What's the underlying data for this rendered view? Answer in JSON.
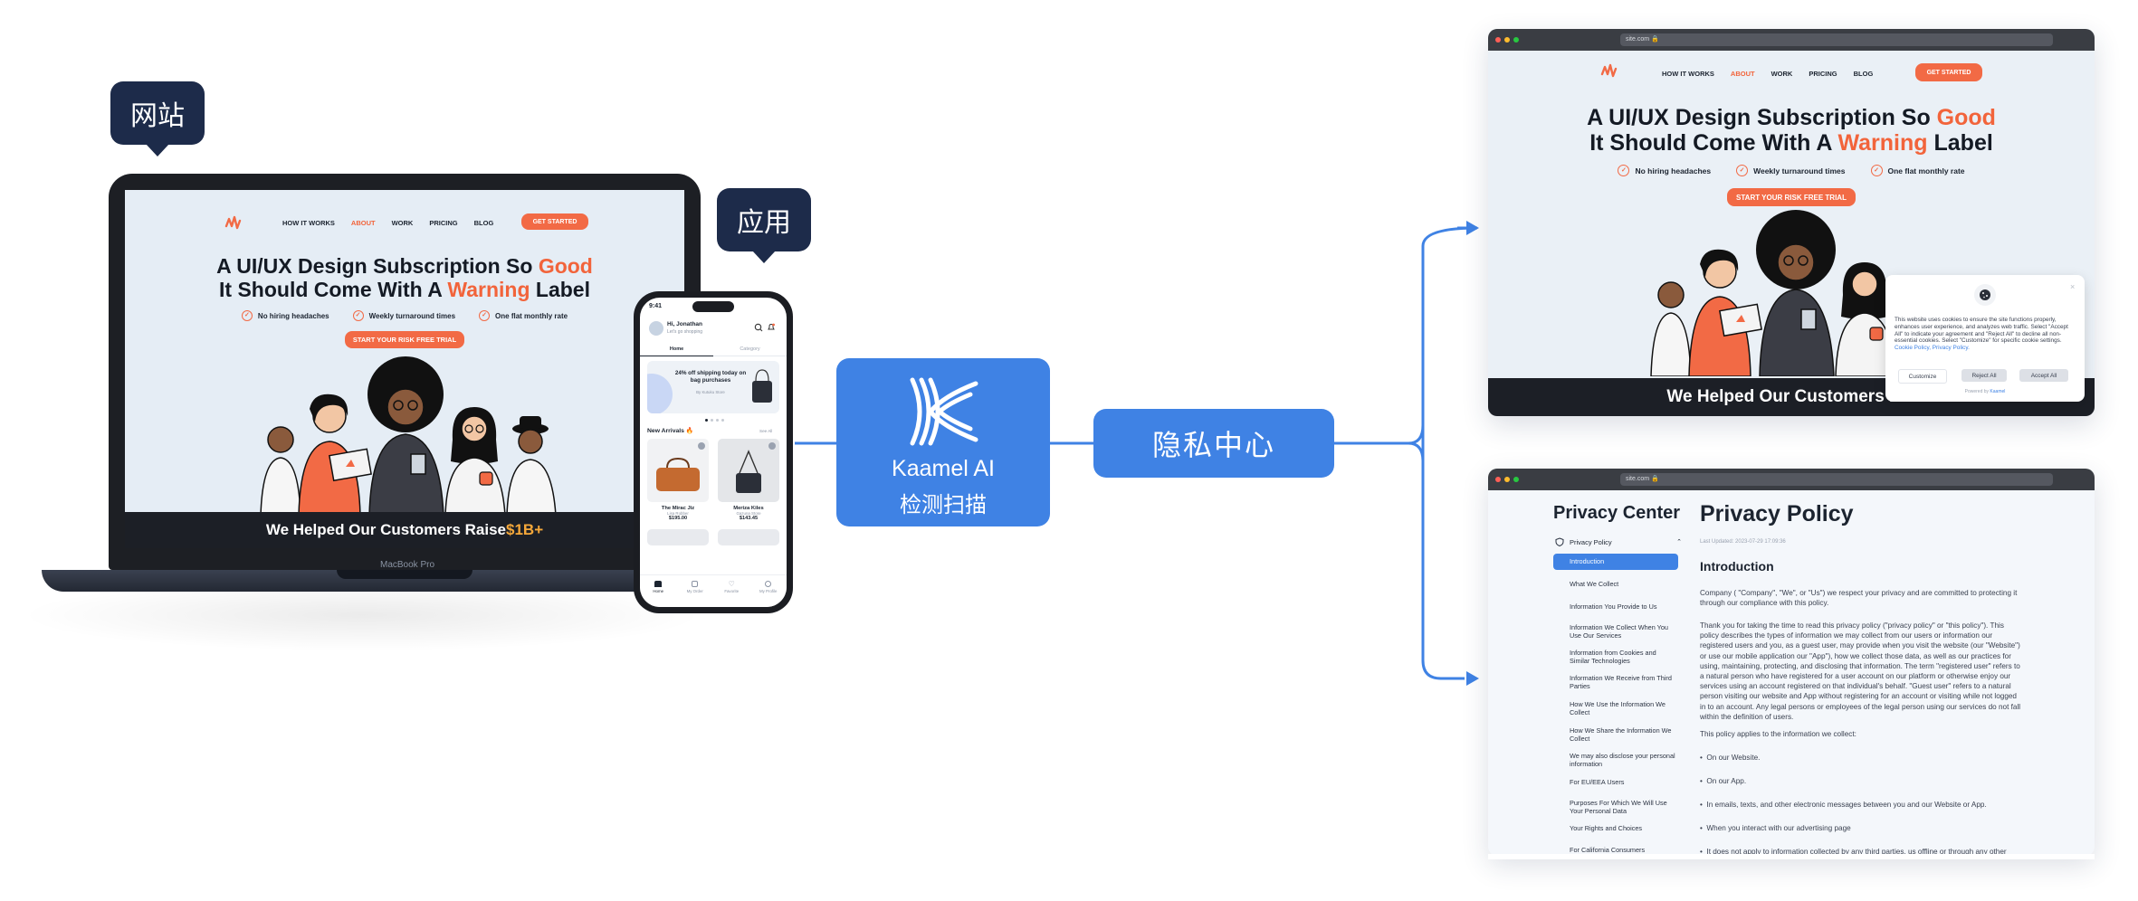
{
  "callouts": {
    "website": "网站",
    "app": "应用"
  },
  "site": {
    "nav": {
      "how": "HOW IT WORKS",
      "about": "ABOUT",
      "work": "WORK",
      "pricing": "PRICING",
      "blog": "BLOG"
    },
    "cta": "GET STARTED",
    "hero": {
      "l1a": "A UI/UX Design Subscription So ",
      "l1b": "Good",
      "l2a": "It Should Come With A ",
      "l2b": "Warning",
      "l2c": " Label"
    },
    "checks": [
      "No hiring headaches",
      "Weekly turnaround times",
      "One flat monthly rate"
    ],
    "trial": "START YOUR RISK FREE TRIAL",
    "footer": {
      "a": "We Helped Our Customers Raise ",
      "b": "$1B+"
    },
    "footer_cut": "We Helped Our Customers Rai"
  },
  "laptop": {
    "model": "MacBook Pro"
  },
  "phone": {
    "time": "9:41",
    "greet": "Hi, Jonathan",
    "sub": "Let's go shopping",
    "tabs": [
      "Home",
      "Category"
    ],
    "banner": "24% off shipping today on bag purchases",
    "banner_sub": "By Kutuku Store",
    "section": "New Arrivals 🔥",
    "see_all": "See All",
    "products": [
      {
        "name": "The Mirac Jiz",
        "store": "Lisa Robber",
        "price": "$195.00"
      },
      {
        "name": "Meriza Kiles",
        "store": "Gazuna Store",
        "price": "$143.45"
      }
    ],
    "bottom_nav": [
      "Home",
      "My Order",
      "Favorite",
      "My Profile"
    ]
  },
  "kaamel": {
    "line1": "Kaamel AI",
    "line2": "检测扫描"
  },
  "privacy_center_box": "隐私中心",
  "browser": {
    "url1": "site.com 🔒",
    "url2": "site.com 🔒"
  },
  "cookie": {
    "text": "This website uses cookies to ensure the site functions properly, enhances user experience, and analyzes web traffic. Select \"Accept All\" to indicate your agreement and \"Reject All\" to decline all non-essential cookies. Select \"Customize\" for specific cookie settings.",
    "links": "Cookie Policy, Privacy Policy.",
    "buttons": [
      "Customize",
      "Reject All",
      "Accept All"
    ],
    "powered": "Powered by",
    "brand": "Kaamel"
  },
  "privacy": {
    "sidebar_title": "Privacy Center",
    "menu_head": "Privacy Policy",
    "items": [
      "Introduction",
      "What We Collect",
      "Information You Provide to Us",
      "Information We Collect When You Use Our Services",
      "Information from Cookies and Similar Technologies",
      "Information We Receive from Third Parties",
      "How We Use the Information We Collect",
      "How We Share the Information We Collect",
      "We may also disclose your personal information",
      "For EU/EEA Users",
      "Purposes For Which We Will Use Your Personal Data",
      "Your Rights and Choices",
      "For California Consumers"
    ],
    "title": "Privacy Policy",
    "updated": "Last Updated: 2023-07-29 17:09:36",
    "h2": "Introduction",
    "p1": "Company ( \"Company\", \"We\", or \"Us\") we respect your privacy and are committed to protecting it through our compliance with this policy.",
    "p2": "Thank you for taking the time to read this privacy policy (\"privacy policy\" or \"this policy\"). This policy describes the types of information we may collect from our users or information our registered users and you, as a guest user, may provide when you visit the website (our \"Website\") or use our mobile application our \"App\"), how we collect those data, as well as our practices for using, maintaining, protecting, and disclosing that information. The term \"registered user\" refers to a natural person who have registered for a user account on our platform or otherwise enjoy our services using an account registered on that individual's behalf. \"Guest user\" refers to a natural person visiting our website and App without registering for an account or visiting while not logged in to an account. Any legal persons or employees of the legal person using our services do not fall within the definition of users.",
    "p3": "This policy applies to the information we collect:",
    "bullets": [
      "On our Website.",
      "On our App.",
      "In emails, texts, and other electronic messages between you and our Website or App.",
      "When you interact with our advertising page",
      "It does not apply to information collected by any third parties, us offline or through any other"
    ]
  }
}
